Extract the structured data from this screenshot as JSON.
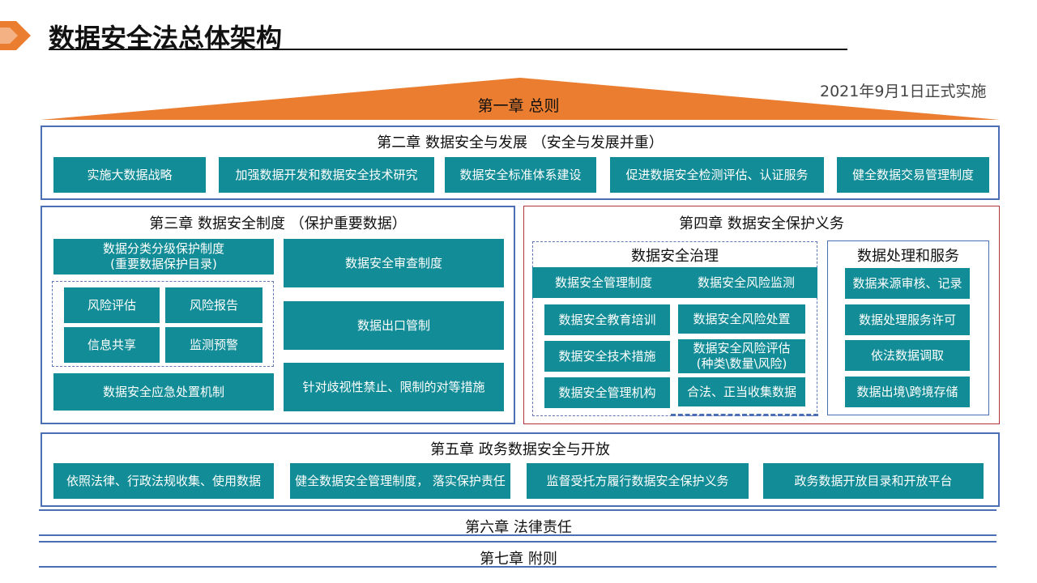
{
  "header": {
    "title": "数据安全法总体架构"
  },
  "effective_date": "2021年9月1日正式实施",
  "ch1": {
    "title": "第一章 总则"
  },
  "ch2": {
    "title": "第二章 数据安全与发展 （安全与发展并重）",
    "items": [
      "实施大数据战略",
      "加强数据开发和数据安全技术研究",
      "数据安全标准体系建设",
      "促进数据安全检测评估、认证服务",
      "健全数据交易管理制度"
    ]
  },
  "ch3": {
    "title": "第三章 数据安全制度 （保护重要数据）",
    "classify_line1": "数据分类分级保护制度",
    "classify_line2": "(重要数据保护目录)",
    "risk": [
      "风险评估",
      "风险报告",
      "信息共享",
      "监测预警"
    ],
    "emergency": "数据安全应急处置机制",
    "review": "数据安全审查制度",
    "export": "数据出口管制",
    "reciprocal": "针对歧视性禁止、限制的对等措施"
  },
  "ch4": {
    "title": "第四章 数据安全保护义务",
    "governance": {
      "title": "数据安全治理",
      "top": [
        "数据安全管理制度",
        "数据安全风险监测"
      ],
      "left": [
        "数据安全教育培训",
        "数据安全技术措施",
        "数据安全管理机构"
      ],
      "right_1": "数据安全风险处置",
      "right_2_line1": "数据安全风险评估",
      "right_2_line2": "(种类\\数量\\风险)",
      "right_3": "合法、正当收集数据"
    },
    "processing": {
      "title": "数据处理和服务",
      "items": [
        "数据来源审核、记录",
        "数据处理服务许可",
        "依法数据调取",
        "数据出境\\跨境存储"
      ]
    }
  },
  "ch5": {
    "title": "第五章 政务数据安全与开放",
    "items": [
      "依照法律、行政法规收集、使用数据",
      "健全数据安全管理制度， 落实保护责任",
      "监督受托方履行数据安全保护义务",
      "政务数据开放目录和开放平台"
    ]
  },
  "ch6": {
    "title": "第六章 法律责任"
  },
  "ch7": {
    "title": "第七章 附则"
  },
  "colors": {
    "orange": "#ea7d2f",
    "teal": "#128c96",
    "blue": "#4a6fb5",
    "red": "#b0343a"
  }
}
